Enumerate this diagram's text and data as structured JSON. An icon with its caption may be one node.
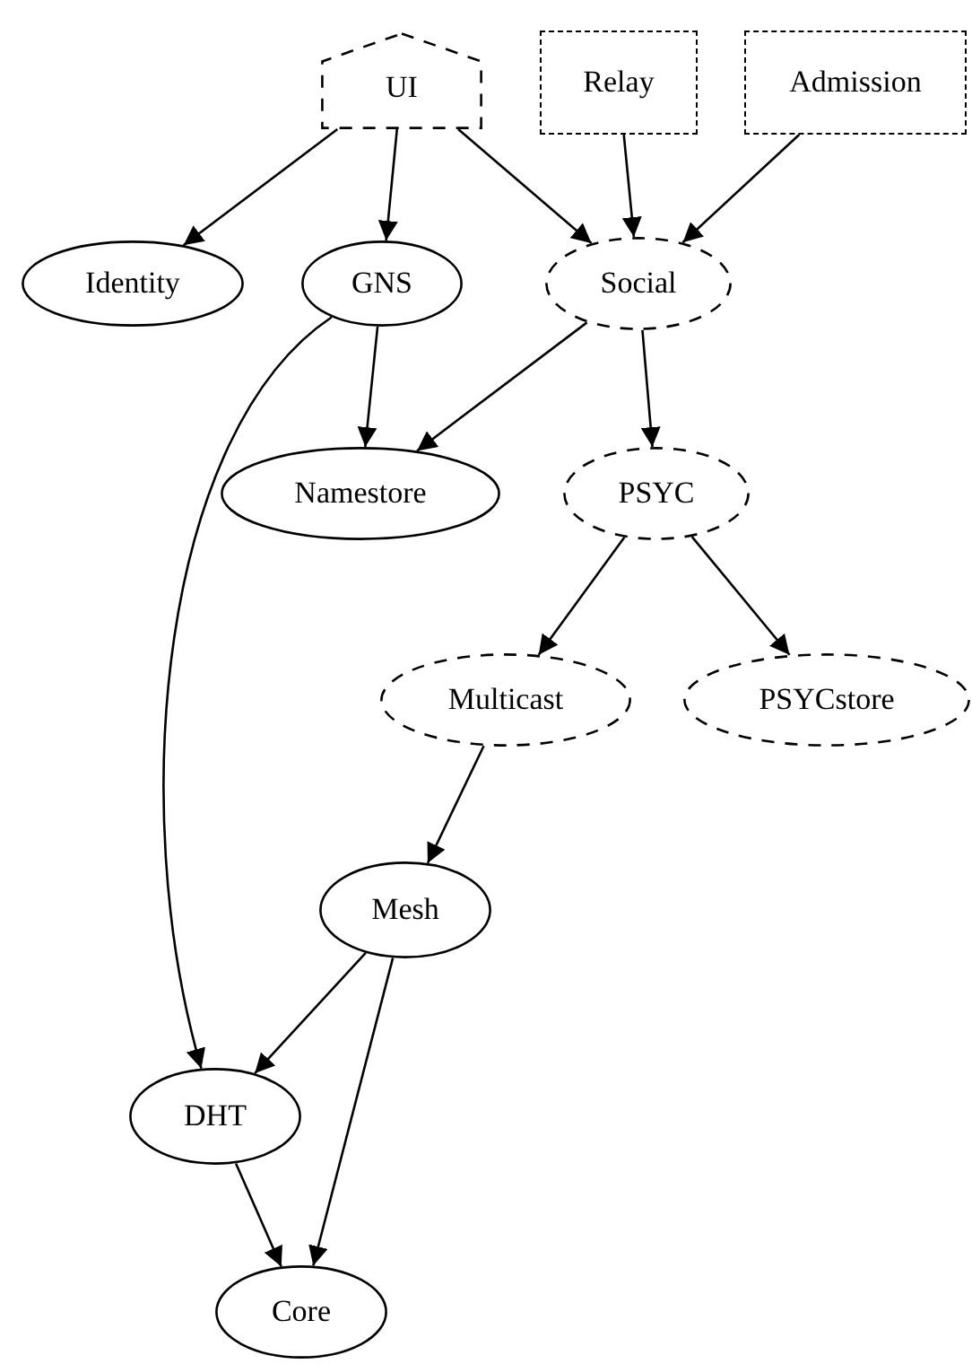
{
  "diagram": {
    "nodes": [
      {
        "text": [
          "UI"
        ]
      },
      {
        "text": [
          "Relay"
        ]
      },
      {
        "text": [
          "Admission"
        ]
      },
      {
        "text": [
          "Identity"
        ]
      },
      {
        "text": [
          "GNS"
        ]
      },
      {
        "text": [
          "Social"
        ]
      },
      {
        "text": [
          "Namestore"
        ]
      },
      {
        "text": [
          "PSYC"
        ]
      },
      {
        "text": [
          "Multicast"
        ]
      },
      {
        "text": [
          "PSYCstore"
        ]
      },
      {
        "text": [
          "Mesh"
        ]
      },
      {
        "text": [
          "DHT"
        ]
      },
      {
        "text": [
          "Core"
        ]
      }
    ],
    "edges": [
      {
        "from": 0,
        "to": 3,
        "arrow": "to"
      },
      {
        "from": 0,
        "to": 4,
        "arrow": "to"
      },
      {
        "from": 0,
        "to": 5,
        "arrow": "to"
      },
      {
        "from": 1,
        "to": 5,
        "arrow": "to"
      },
      {
        "from": 2,
        "to": 5,
        "arrow": "to"
      },
      {
        "from": 4,
        "to": 6,
        "arrow": "to"
      },
      {
        "from": 4,
        "to": 11,
        "arrow": "to"
      },
      {
        "from": 5,
        "to": 6,
        "arrow": "to"
      },
      {
        "from": 5,
        "to": 7,
        "arrow": "to"
      },
      {
        "from": 7,
        "to": 8,
        "arrow": "to"
      },
      {
        "from": 7,
        "to": 9,
        "arrow": "to"
      },
      {
        "from": 8,
        "to": 10,
        "arrow": "to"
      },
      {
        "from": 10,
        "to": 11,
        "arrow": "to"
      },
      {
        "from": 10,
        "to": 12,
        "arrow": "to"
      },
      {
        "from": 11,
        "to": 12,
        "arrow": "to"
      }
    ]
  }
}
